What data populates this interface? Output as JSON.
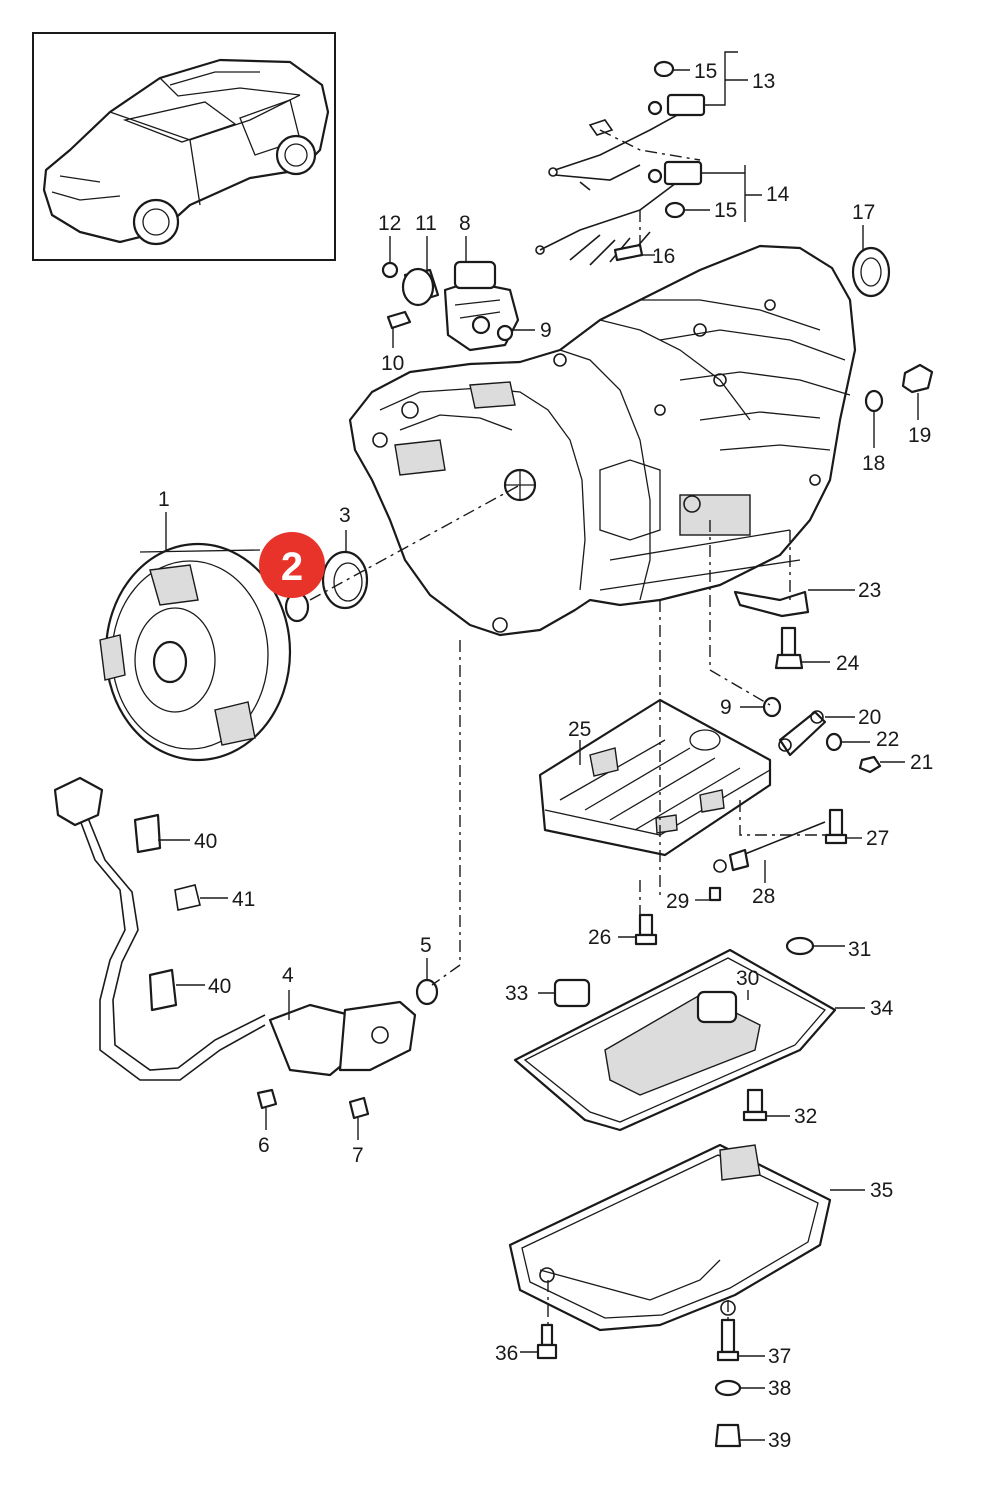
{
  "diagram": {
    "highlight": {
      "label": "2",
      "color": "#e8332a"
    },
    "callouts": {
      "c1": "1",
      "c3": "3",
      "c4": "4",
      "c5": "5",
      "c6": "6",
      "c7": "7",
      "c8": "8",
      "c9a": "9",
      "c9b": "9",
      "c10": "10",
      "c11": "11",
      "c12": "12",
      "c13": "13",
      "c14": "14",
      "c15a": "15",
      "c15b": "15",
      "c16": "16",
      "c17": "17",
      "c18": "18",
      "c19": "19",
      "c20": "20",
      "c21": "21",
      "c22": "22",
      "c23": "23",
      "c24": "24",
      "c25": "25",
      "c26": "26",
      "c27": "27",
      "c28": "28",
      "c29": "29",
      "c30": "30",
      "c31": "31",
      "c32": "32",
      "c33": "33",
      "c34": "34",
      "c35": "35",
      "c36": "36",
      "c37": "37",
      "c38": "38",
      "c39": "39",
      "c40a": "40",
      "c40b": "40",
      "c41": "41"
    }
  }
}
